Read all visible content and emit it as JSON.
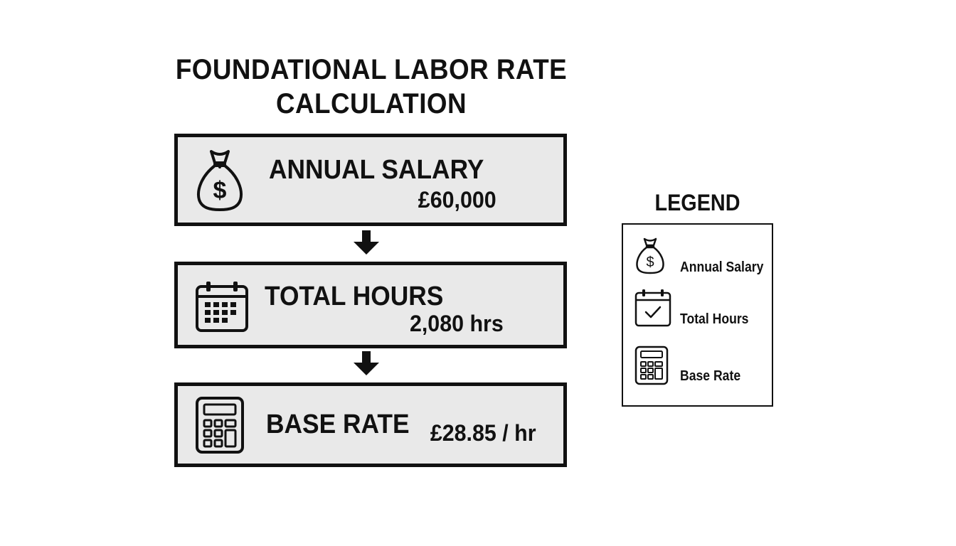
{
  "title": {
    "line1": "FOUNDATIONAL LABOR RATE",
    "line2": "CALCULATION"
  },
  "steps": [
    {
      "label": "ANNUAL SALARY",
      "value": "£60,000",
      "icon": "money-bag-icon"
    },
    {
      "label": "TOTAL HOURS",
      "value": "2,080 hrs",
      "icon": "calendar-icon"
    },
    {
      "label": "BASE RATE",
      "value": "£28.85 / hr",
      "icon": "calculator-icon"
    }
  ],
  "legend": {
    "title": "LEGEND",
    "items": [
      {
        "label": "Annual Salary",
        "icon": "money-bag-icon"
      },
      {
        "label": "Total Hours",
        "icon": "calendar-check-icon"
      },
      {
        "label": "Base Rate",
        "icon": "calculator-icon"
      }
    ]
  },
  "colors": {
    "box_fill": "#e9e9e9",
    "border": "#111111",
    "background": "#ffffff"
  }
}
